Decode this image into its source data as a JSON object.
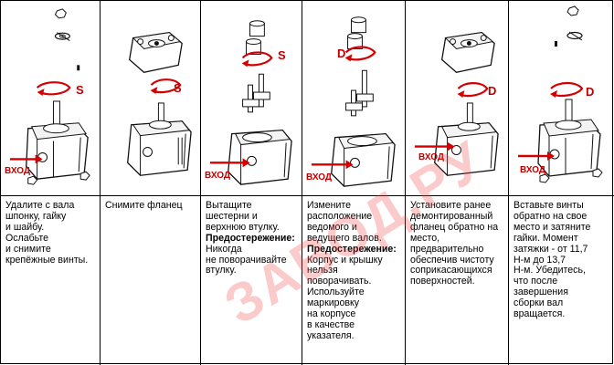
{
  "steps": [
    {
      "lines": [
        "Удалите с вала",
        "шпонку, гайку",
        "и шайбу.",
        "Ослабьте",
        "и снимите",
        "крепёжные винты."
      ]
    },
    {
      "lines": [
        "Снимите фланец"
      ]
    },
    {
      "lines": [
        "Вытащите",
        "шестерни и",
        "верхнюю втулку."
      ],
      "warning": "Предостережение:",
      "after": [
        "Никогда",
        "не поворачивайте",
        "втулку."
      ]
    },
    {
      "lines": [
        "Измените",
        "расположение",
        "ведомого и",
        "ведущего валов."
      ],
      "warning": "Предостережение:",
      "after": [
        "Корпус и крышку",
        "нельзя",
        "поворачивать.",
        "Используйте",
        "маркировку",
        "на корпусе",
        "в качестве",
        "указателя."
      ]
    },
    {
      "lines": [
        "Установите ранее",
        "демонтированный",
        "фланец обратно на",
        "место,",
        "предварительно",
        "обеспечив чистоту",
        "соприкасающихся",
        "поверхностей."
      ]
    },
    {
      "lines": [
        "Вставьте винты",
        "обратно на свое",
        "место и затяните",
        "гайки. Момент",
        "затяжки - от 11,7",
        "Н-м до 13,7",
        "Н-м. Убедитесь,",
        "что после",
        "завершения",
        "сборки вал",
        "вращается."
      ]
    }
  ],
  "labels": {
    "entry": "вход",
    "rot_s": "S",
    "rot_d": "D"
  },
  "watermark": "ЗАВОД.РУ",
  "colors": {
    "arrow": "#d40000",
    "line": "#111111"
  }
}
